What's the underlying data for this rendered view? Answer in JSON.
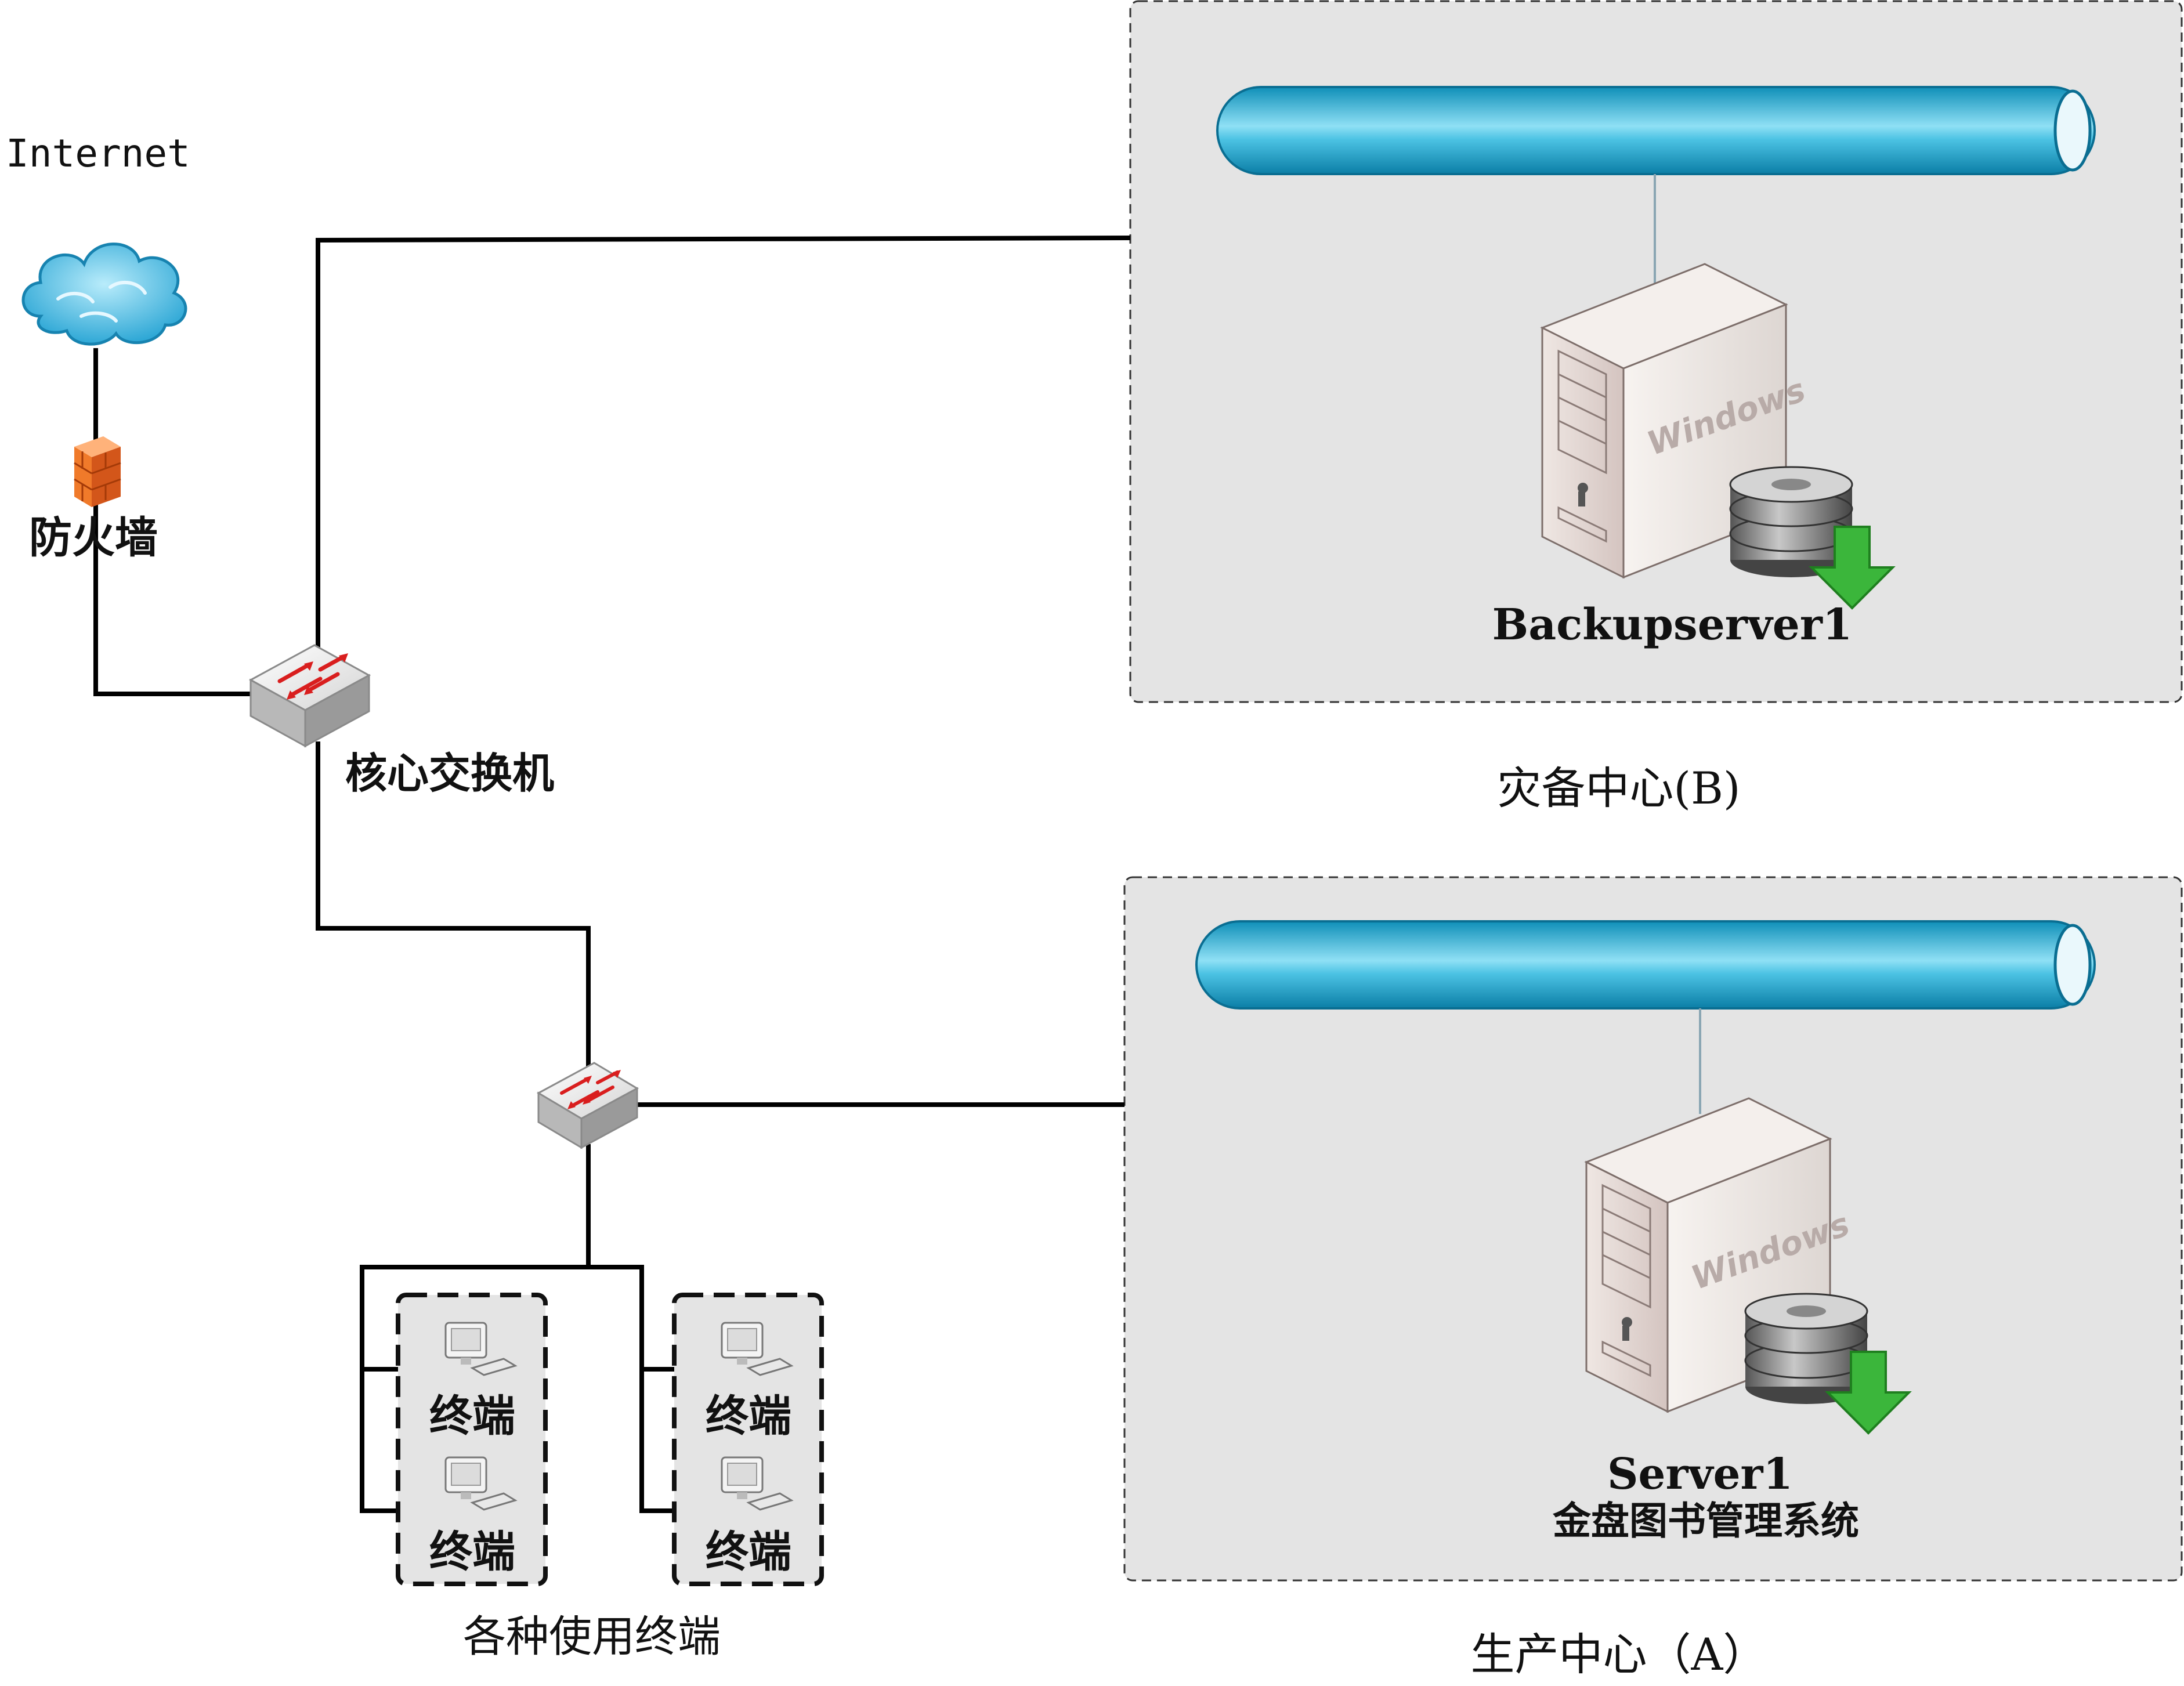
{
  "internet": {
    "label": "Internet"
  },
  "firewall": {
    "label": "防火墙"
  },
  "core_switch": {
    "label": "核心交换机"
  },
  "dr_center": {
    "server_label": "Backupserver1",
    "os_label": "Windows",
    "title": "灾备中心(B)"
  },
  "prod_center": {
    "server_label": "Server1",
    "system_label": "金盘图书管理系统",
    "os_label": "Windows",
    "title": "生产中心（A）"
  },
  "terminals": {
    "group_label": "各种使用终端",
    "items": [
      {
        "label": "终端"
      },
      {
        "label": "终端"
      },
      {
        "label": "终端"
      },
      {
        "label": "终端"
      }
    ]
  },
  "colors": {
    "zone_fill": "#e4e4e4",
    "pipe_blue": "#1eaad0",
    "firewall_orange": "#f07a2a",
    "link": "#000000"
  }
}
